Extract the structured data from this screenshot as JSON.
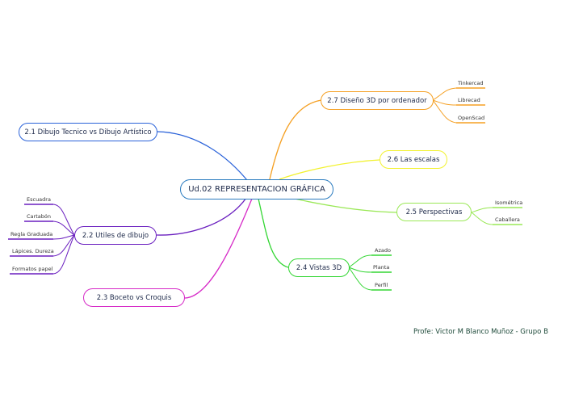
{
  "central": {
    "label": "Ud.02 REPRESENTACION GRÁFICA",
    "color": "#2a7bbf"
  },
  "branches": [
    {
      "label": "2.7 Diseño 3D por ordenador",
      "color": "#f5a023",
      "leaves": [
        "Tinkercad",
        "Librecad",
        "OpenScad"
      ]
    },
    {
      "label": "2.6 Las escalas",
      "color": "#f2f230",
      "leaves": []
    },
    {
      "label": "2.5 Perspectivas",
      "color": "#9ae856",
      "leaves": [
        "Isométrica",
        "Caballera"
      ]
    },
    {
      "label": "2.4 Vistas 3D",
      "color": "#33d633",
      "leaves": [
        "Azado",
        "Planta",
        "Perfil"
      ]
    },
    {
      "label": "2.1 Dibujo Tecnico vs Dibujo Artístico",
      "color": "#2a62d9",
      "leaves": []
    },
    {
      "label": "2.2 Utiles de dibujo",
      "color": "#6a1fbf",
      "leaves": [
        "Escuadra",
        "Cartabón",
        "Regla Graduada",
        "Lápices. Dureza",
        "Formatos papel"
      ]
    },
    {
      "label": "2.3 Boceto vs Croquis",
      "color": "#d629c7",
      "leaves": []
    }
  ],
  "credit": "Profe: Victor M Blanco Muñoz - Grupo B"
}
